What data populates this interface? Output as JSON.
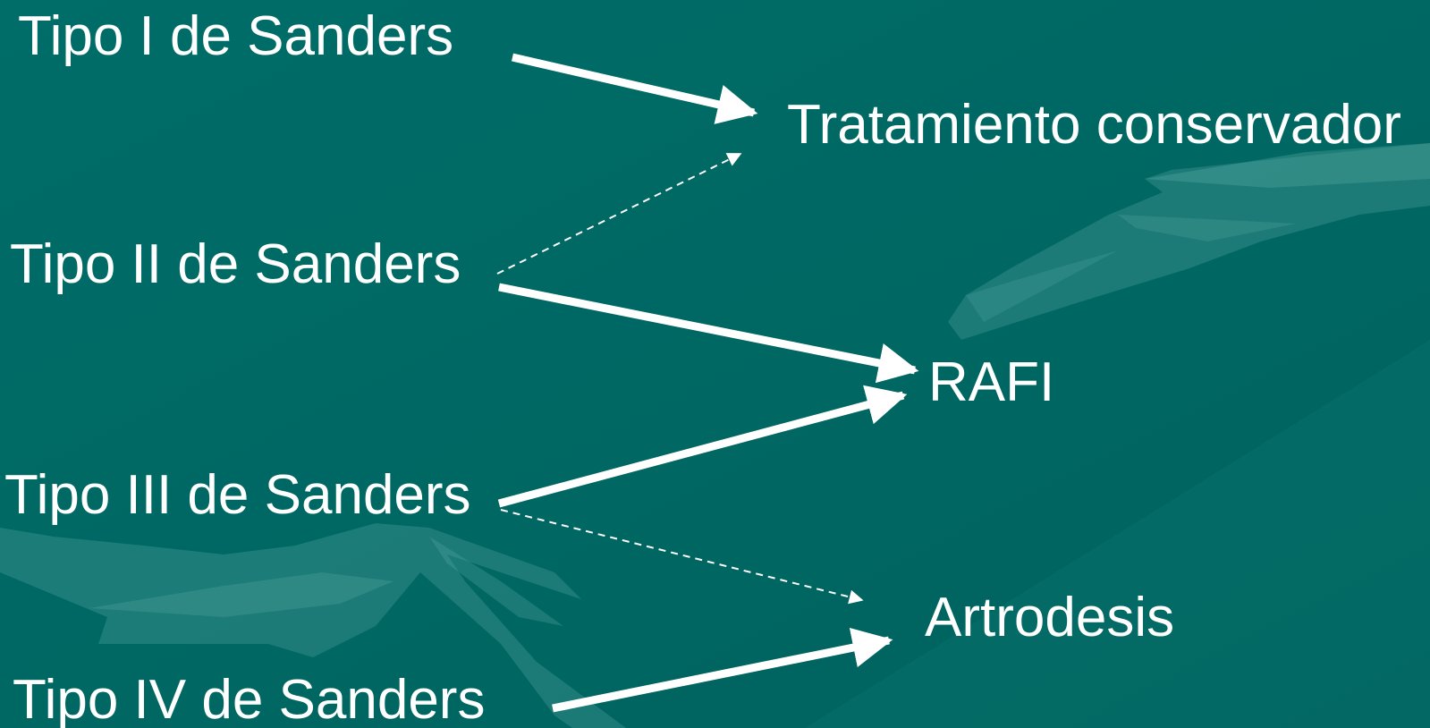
{
  "diagram": {
    "sources": [
      {
        "id": "tipo1",
        "label": "Tipo I de Sanders"
      },
      {
        "id": "tipo2",
        "label": "Tipo II de Sanders"
      },
      {
        "id": "tipo3",
        "label": "Tipo III de Sanders"
      },
      {
        "id": "tipo4",
        "label": "Tipo IV de Sanders"
      }
    ],
    "targets": [
      {
        "id": "conservador",
        "label": "Tratamiento conservador"
      },
      {
        "id": "rafi",
        "label": "RAFI"
      },
      {
        "id": "artrodesis",
        "label": "Artrodesis"
      }
    ],
    "edges": [
      {
        "from": "tipo1",
        "to": "conservador",
        "style": "solid"
      },
      {
        "from": "tipo2",
        "to": "conservador",
        "style": "dashed"
      },
      {
        "from": "tipo2",
        "to": "rafi",
        "style": "solid"
      },
      {
        "from": "tipo3",
        "to": "rafi",
        "style": "solid"
      },
      {
        "from": "tipo3",
        "to": "artrodesis",
        "style": "dashed"
      },
      {
        "from": "tipo4",
        "to": "artrodesis",
        "style": "solid"
      }
    ]
  },
  "colors": {
    "background": "#006a66",
    "background_light": "#0f7d78",
    "shape_tint": "#3d9590",
    "text": "#ffffff",
    "arrow": "#ffffff"
  }
}
